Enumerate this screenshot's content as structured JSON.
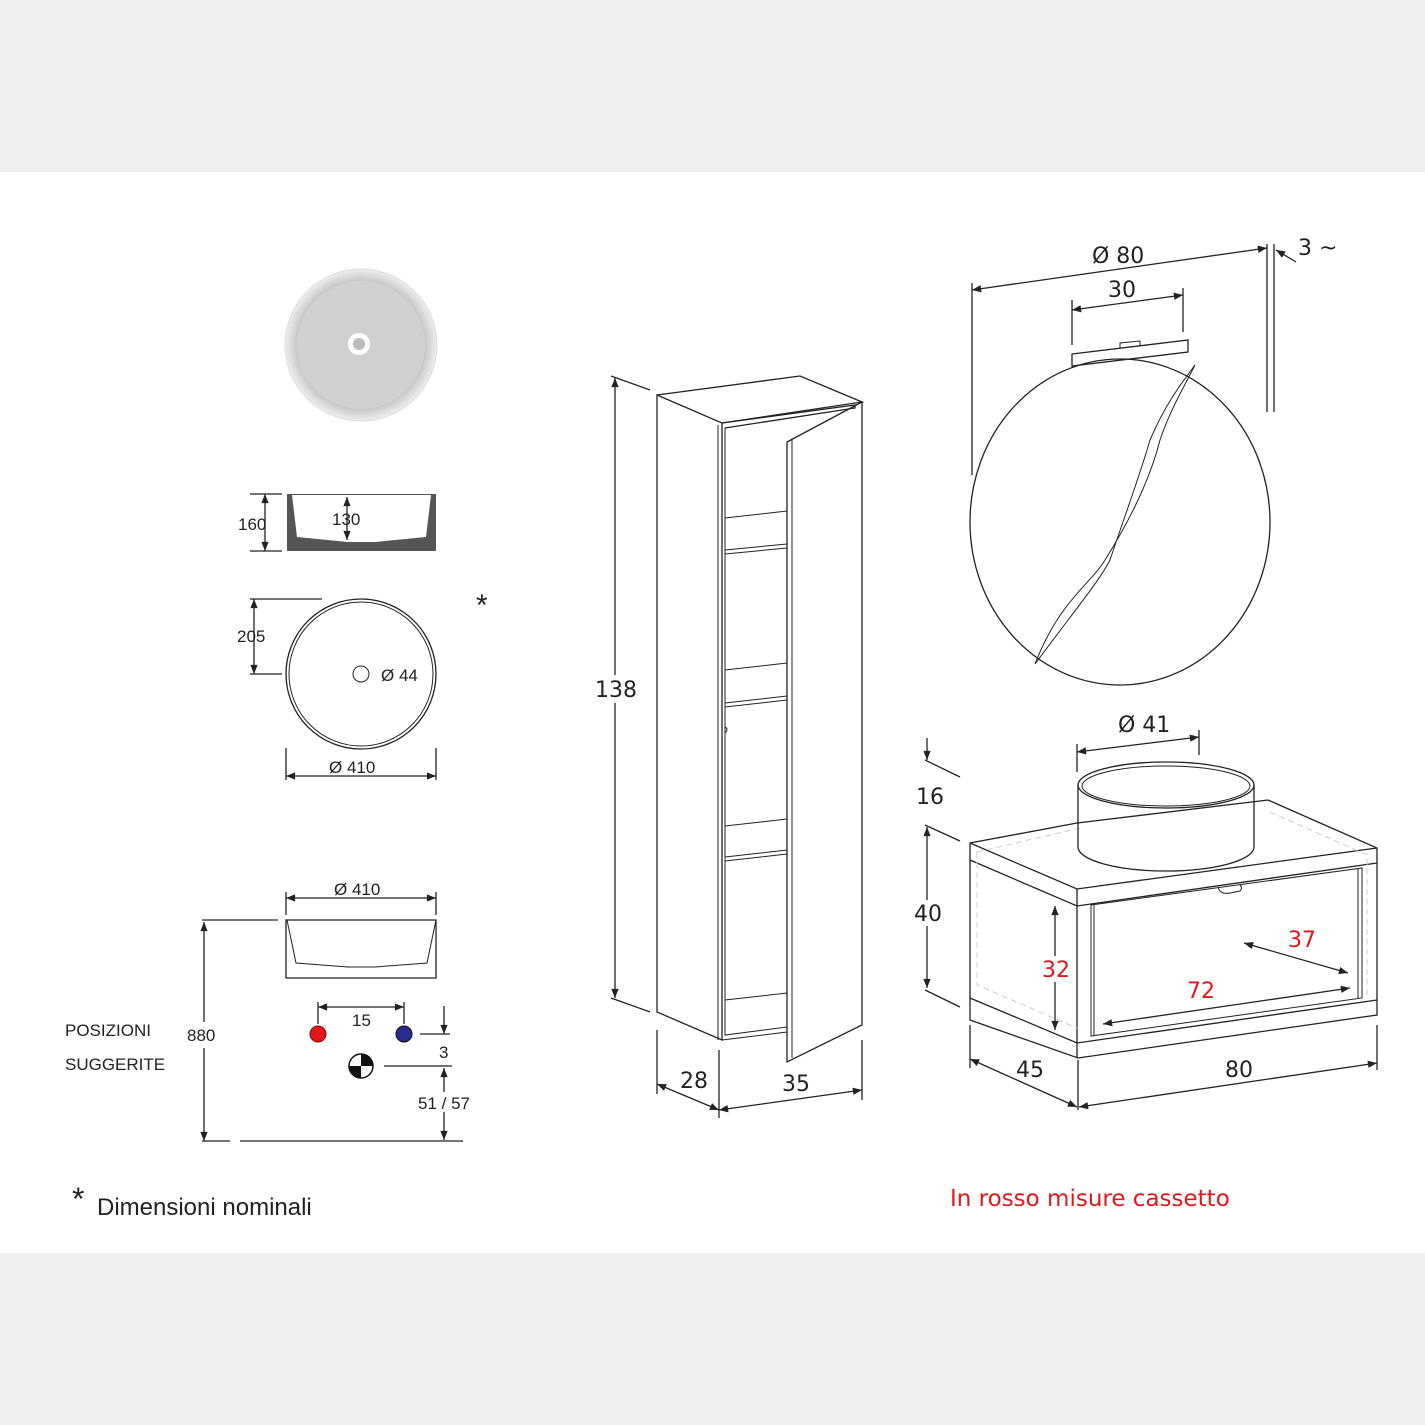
{
  "basin": {
    "height_label": "160",
    "depth_label": "130",
    "drain_offset_label": "205",
    "drain_diameter_label": "Ø 44",
    "diameter_label": "Ø 410",
    "side_diameter_label": "Ø 410",
    "nominal_marker": "*"
  },
  "positions": {
    "title_line1": "POSIZIONI",
    "title_line2": "SUGGERITE",
    "height_label": "880",
    "spacing_label": "15",
    "offset_label": "3",
    "drain_height_label": "51 / 57",
    "hot_color": "#e3161c",
    "cold_color": "#2b2a8f"
  },
  "column": {
    "height_label": "138",
    "depth_label": "28",
    "width_label": "35"
  },
  "mirror": {
    "diameter_label": "Ø 80",
    "lamp_label": "30",
    "thickness_label": "3 ~"
  },
  "vanity": {
    "basin_label": "Ø 41",
    "basin_height_label": "16",
    "height_label": "40",
    "depth_label": "45",
    "width_label": "80",
    "drawer_height_label": "32",
    "drawer_depth_label": "37",
    "drawer_width_label": "72"
  },
  "footnote": {
    "marker": "*",
    "text": "Dimensioni nominali"
  },
  "red_note": "In rosso misure cassetto",
  "accent_red": "#e3161c"
}
